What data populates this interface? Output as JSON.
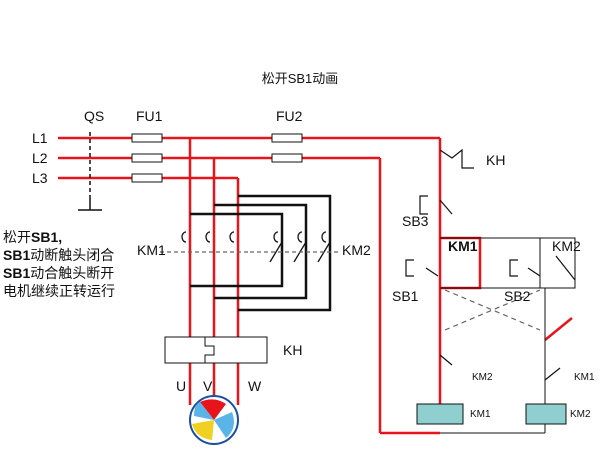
{
  "title": "松开SB1动画",
  "labels": {
    "qs": "QS",
    "fu1": "FU1",
    "fu2": "FU2",
    "l1": "L1",
    "l2": "L2",
    "l3": "L3",
    "km1_main": "KM1",
    "km2_main": "KM2",
    "kh_main": "KH",
    "kh_ctrl": "KH",
    "u": "U",
    "v": "V",
    "w": "W",
    "sb3": "SB3",
    "sb1": "SB1",
    "sb2": "SB2",
    "km1_hold": "KM1",
    "km2_hold": "KM2",
    "km2_interlock": "KM2",
    "km1_interlock": "KM1",
    "km1_coil": "KM1",
    "km2_coil": "KM2"
  },
  "description": {
    "line1_a": "松开",
    "line1_b": "SB1,",
    "line2_a": "SB1",
    "line2_b": "动断触头闭合",
    "line3_a": "SB1",
    "line3_b": "动合触头断开",
    "line4": "电机继续正转运行"
  },
  "colors": {
    "active": "#e8141c",
    "wire": "#111111",
    "dashed": "#666666",
    "coil": "#8fcfcf"
  }
}
